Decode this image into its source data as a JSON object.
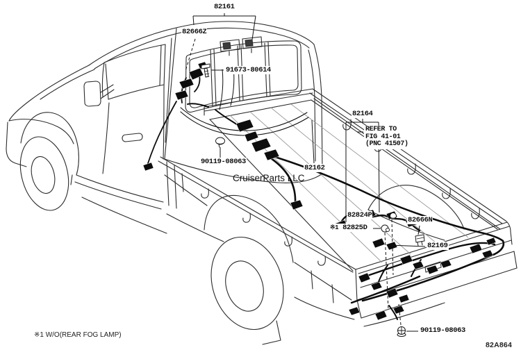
{
  "page": {
    "watermark": "CruiserParts LLC",
    "footnote": "※1 W/O(REAR FOG LAMP)",
    "diagram_code": "82A864"
  },
  "refer_note": {
    "line1": "REFER TO",
    "line2": "FIG 41-01",
    "line3": "(PNC 41507)"
  },
  "parts": {
    "p82161": "82161",
    "p82666Z": "82666Z",
    "p91673": "91673-80614",
    "p90119_cab": "90119-08063",
    "p82162": "82162",
    "p82164": "82164",
    "p82824P": "82824P",
    "p82825D_prefix": "※1",
    "p82825D": "82825D",
    "p82666N": "82666N",
    "p82169": "82169",
    "p90119_rear": "90119-08063"
  }
}
